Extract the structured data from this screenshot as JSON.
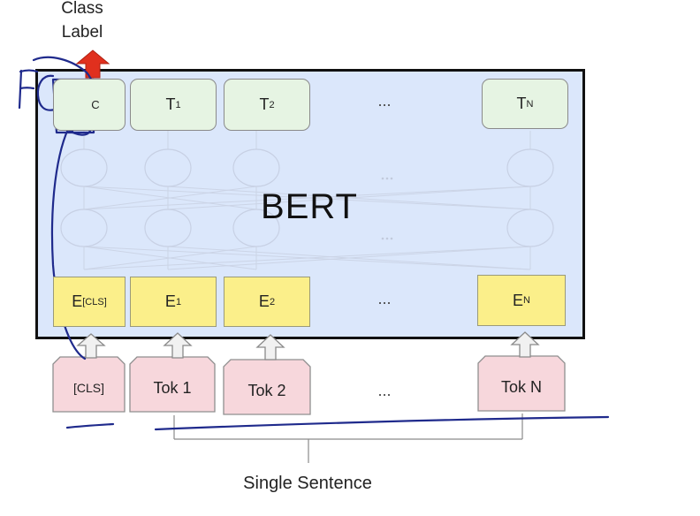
{
  "output_label": {
    "line1": "Class",
    "line2": "Label"
  },
  "model_name": "BERT",
  "outputs": [
    {
      "main": "C",
      "sub": ""
    },
    {
      "main": "T",
      "sub": "1"
    },
    {
      "main": "T",
      "sub": "2"
    },
    {
      "main": "...",
      "sub": ""
    },
    {
      "main": "T",
      "sub": "N"
    }
  ],
  "embeddings": [
    {
      "main": "E",
      "sub": "[CLS]"
    },
    {
      "main": "E",
      "sub": "1"
    },
    {
      "main": "E",
      "sub": "2"
    },
    {
      "main": "...",
      "sub": ""
    },
    {
      "main": "E",
      "sub": "N"
    }
  ],
  "tokens": [
    "[CLS]",
    "Tok 1",
    "Tok 2",
    "...",
    "Tok N"
  ],
  "input_label": "Single Sentence",
  "annotation": "FC",
  "colors": {
    "model_bg": "#dbe7fb",
    "output_box": "#e6f4e3",
    "embedding_box": "#fbef8a",
    "token_box": "#f7d7dc",
    "class_arrow": "#e0301e",
    "ink": "#1f2a8c"
  }
}
